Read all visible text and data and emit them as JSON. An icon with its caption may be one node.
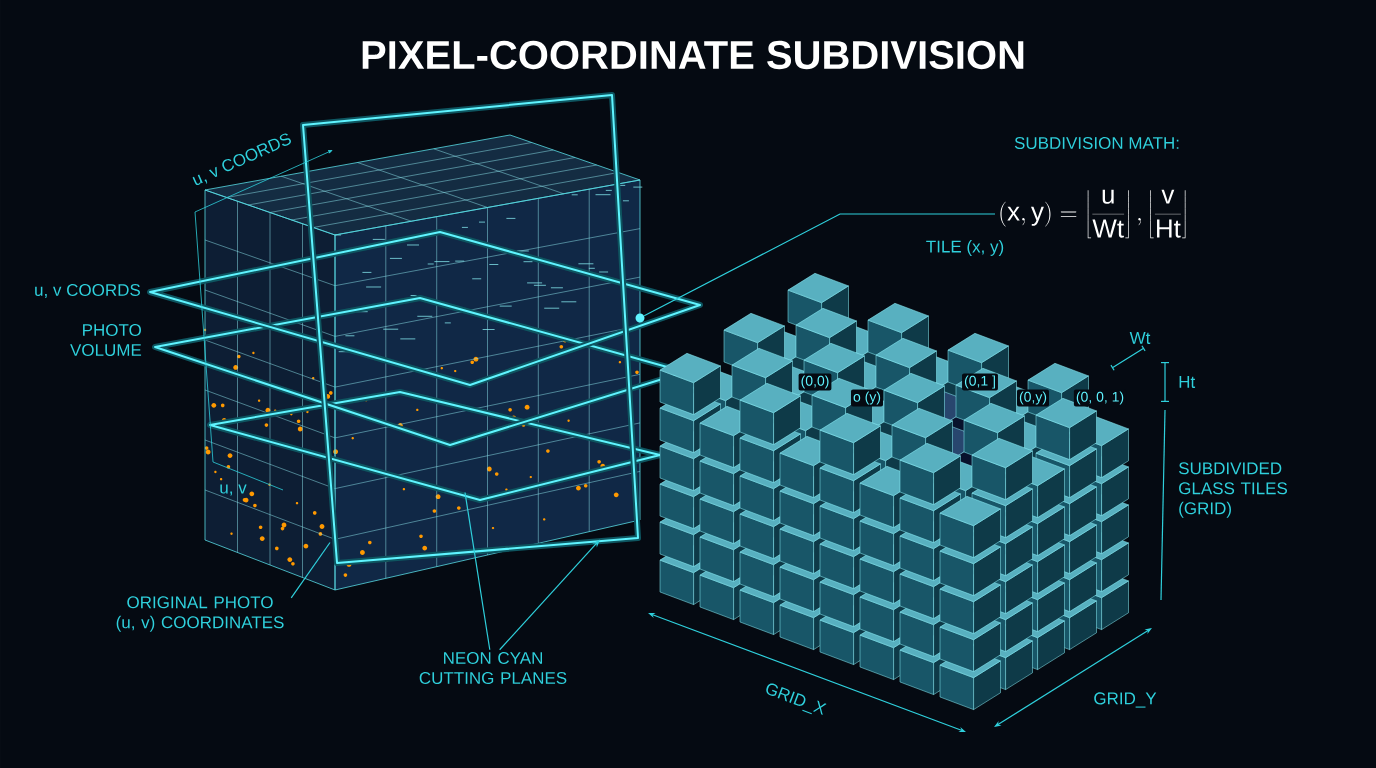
{
  "diagram": {
    "title": "PIXEL-COORDINATE SUBDIVISION",
    "nodes": [
      {
        "text": [
          "ORIGINAL PHOTO (u, v) COORDINATES"
        ]
      },
      {
        "text": [],
        "shape": "picture",
        "beside": [
          "u, v COORDS",
          "u, v COORDS",
          "PHOTO VOLUME"
        ]
      },
      {
        "text": [
          "NEON CYAN CUTTING PLANES"
        ]
      },
      {
        "text": [
          "(\\mathrm{x}, \\mathrm{y}) = \\left\\lfloor \\frac{\\mathrm{u}}{\\mathrm{Wt}} \\right\\rfloor, \\left\\lfloor \\frac{\\mathrm{v}}{\\mathrm{Ht}} \\right\\rfloor"
        ]
      },
      {
        "text": [],
        "shape": "circle"
      }
    ],
    "edges": [
      {
        "from": 0,
        "to": 1,
        "arrow": "none"
      },
      {
        "from": 2,
        "to": 1,
        "arrow": "none"
      },
      {
        "from": 2,
        "to": 1,
        "arrow": "to"
      },
      {
        "from": 3,
        "to": 4,
        "arrow": "none"
      }
    ],
    "labels": [
      "u, v",
      "SUBDIVISION MATH:",
      "TILE (x, y)",
      "(0,0)",
      "o (y)",
      "(0,1 ]",
      "(0,y)",
      "(0, 0, 1)",
      "Wt",
      "Ht",
      "SUBDIVIDED GLASS TILES (GRID)",
      "GRID_X",
      "GRID_Y"
    ]
  }
}
